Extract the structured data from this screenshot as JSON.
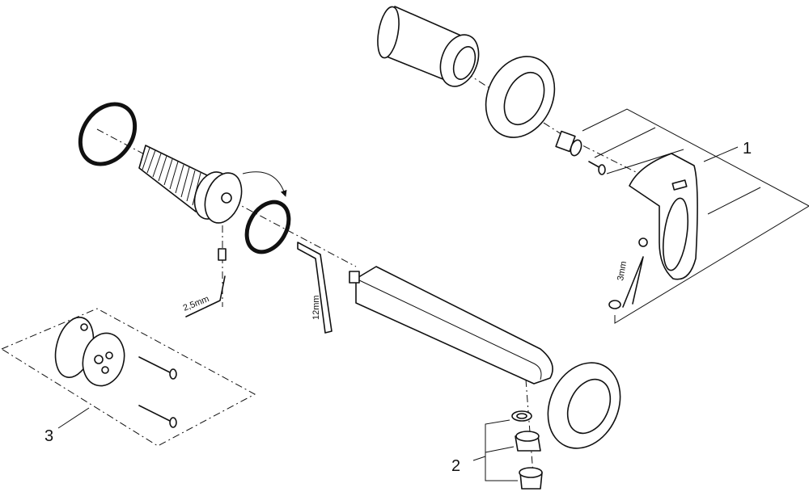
{
  "callouts": {
    "one": "1",
    "two": "2",
    "three": "3"
  },
  "dimensions": {
    "hex_small": "2,5mm",
    "hex_large": "12mm",
    "hex_lever": "3mm"
  }
}
